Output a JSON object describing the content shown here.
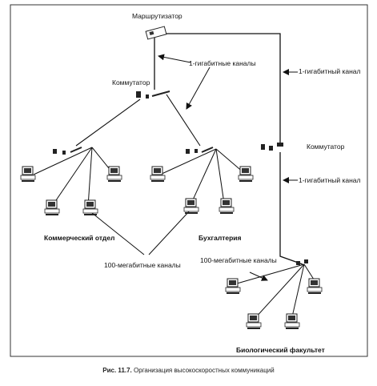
{
  "nodes": {
    "router": "Маршрутизатор",
    "switch_main": "Коммутатор",
    "switch_right": "Коммутатор",
    "dept_commercial": "Коммерческий отдел",
    "dept_accounting": "Бухгалтерия",
    "dept_biology": "Биологический факультет"
  },
  "links": {
    "gigabit_channels": "1-гигабитные каналы",
    "gigabit_channel_top": "1-гигабитный канал",
    "gigabit_channel_mid": "1-гигабитный канал",
    "mb100_channels_center": "100-мегабитные каналы",
    "mb100_channels_bio": "100-мегабитные каналы"
  },
  "caption": {
    "number": "Рис. 11.7.",
    "text": "Организация высокоскоростных коммуникаций"
  },
  "colors": {
    "line": "#1a1a1a",
    "frame": "#333333",
    "device": "#2a2a2a"
  }
}
